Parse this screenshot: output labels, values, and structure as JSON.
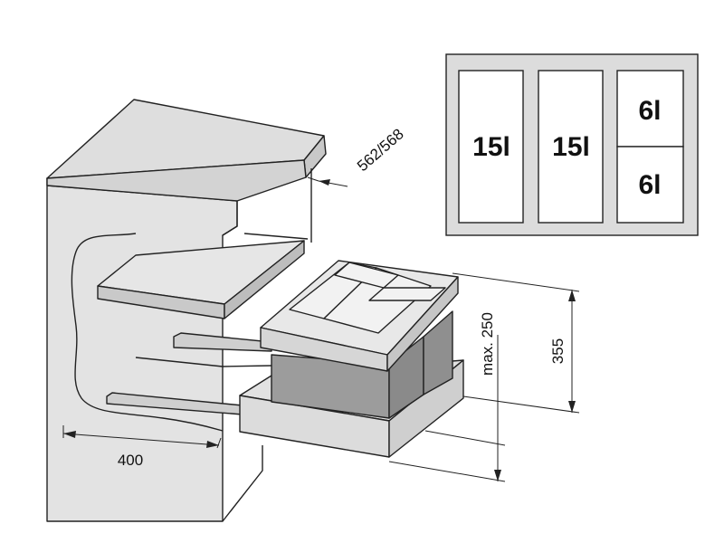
{
  "dimensions": {
    "width": "400",
    "depth": "562/568",
    "height": "355",
    "max_height": "max. 250"
  },
  "bin_layout": {
    "compartments": [
      {
        "label": "15l"
      },
      {
        "label": "15l"
      },
      {
        "label": "6l"
      },
      {
        "label": "6l"
      }
    ]
  },
  "colors": {
    "line": "#222222",
    "cabinet_fill": "#d9d9d9",
    "bin_fill": "#9c9c9c",
    "panel_fill": "#dcdcdc",
    "compartment_fill": "#ffffff"
  }
}
